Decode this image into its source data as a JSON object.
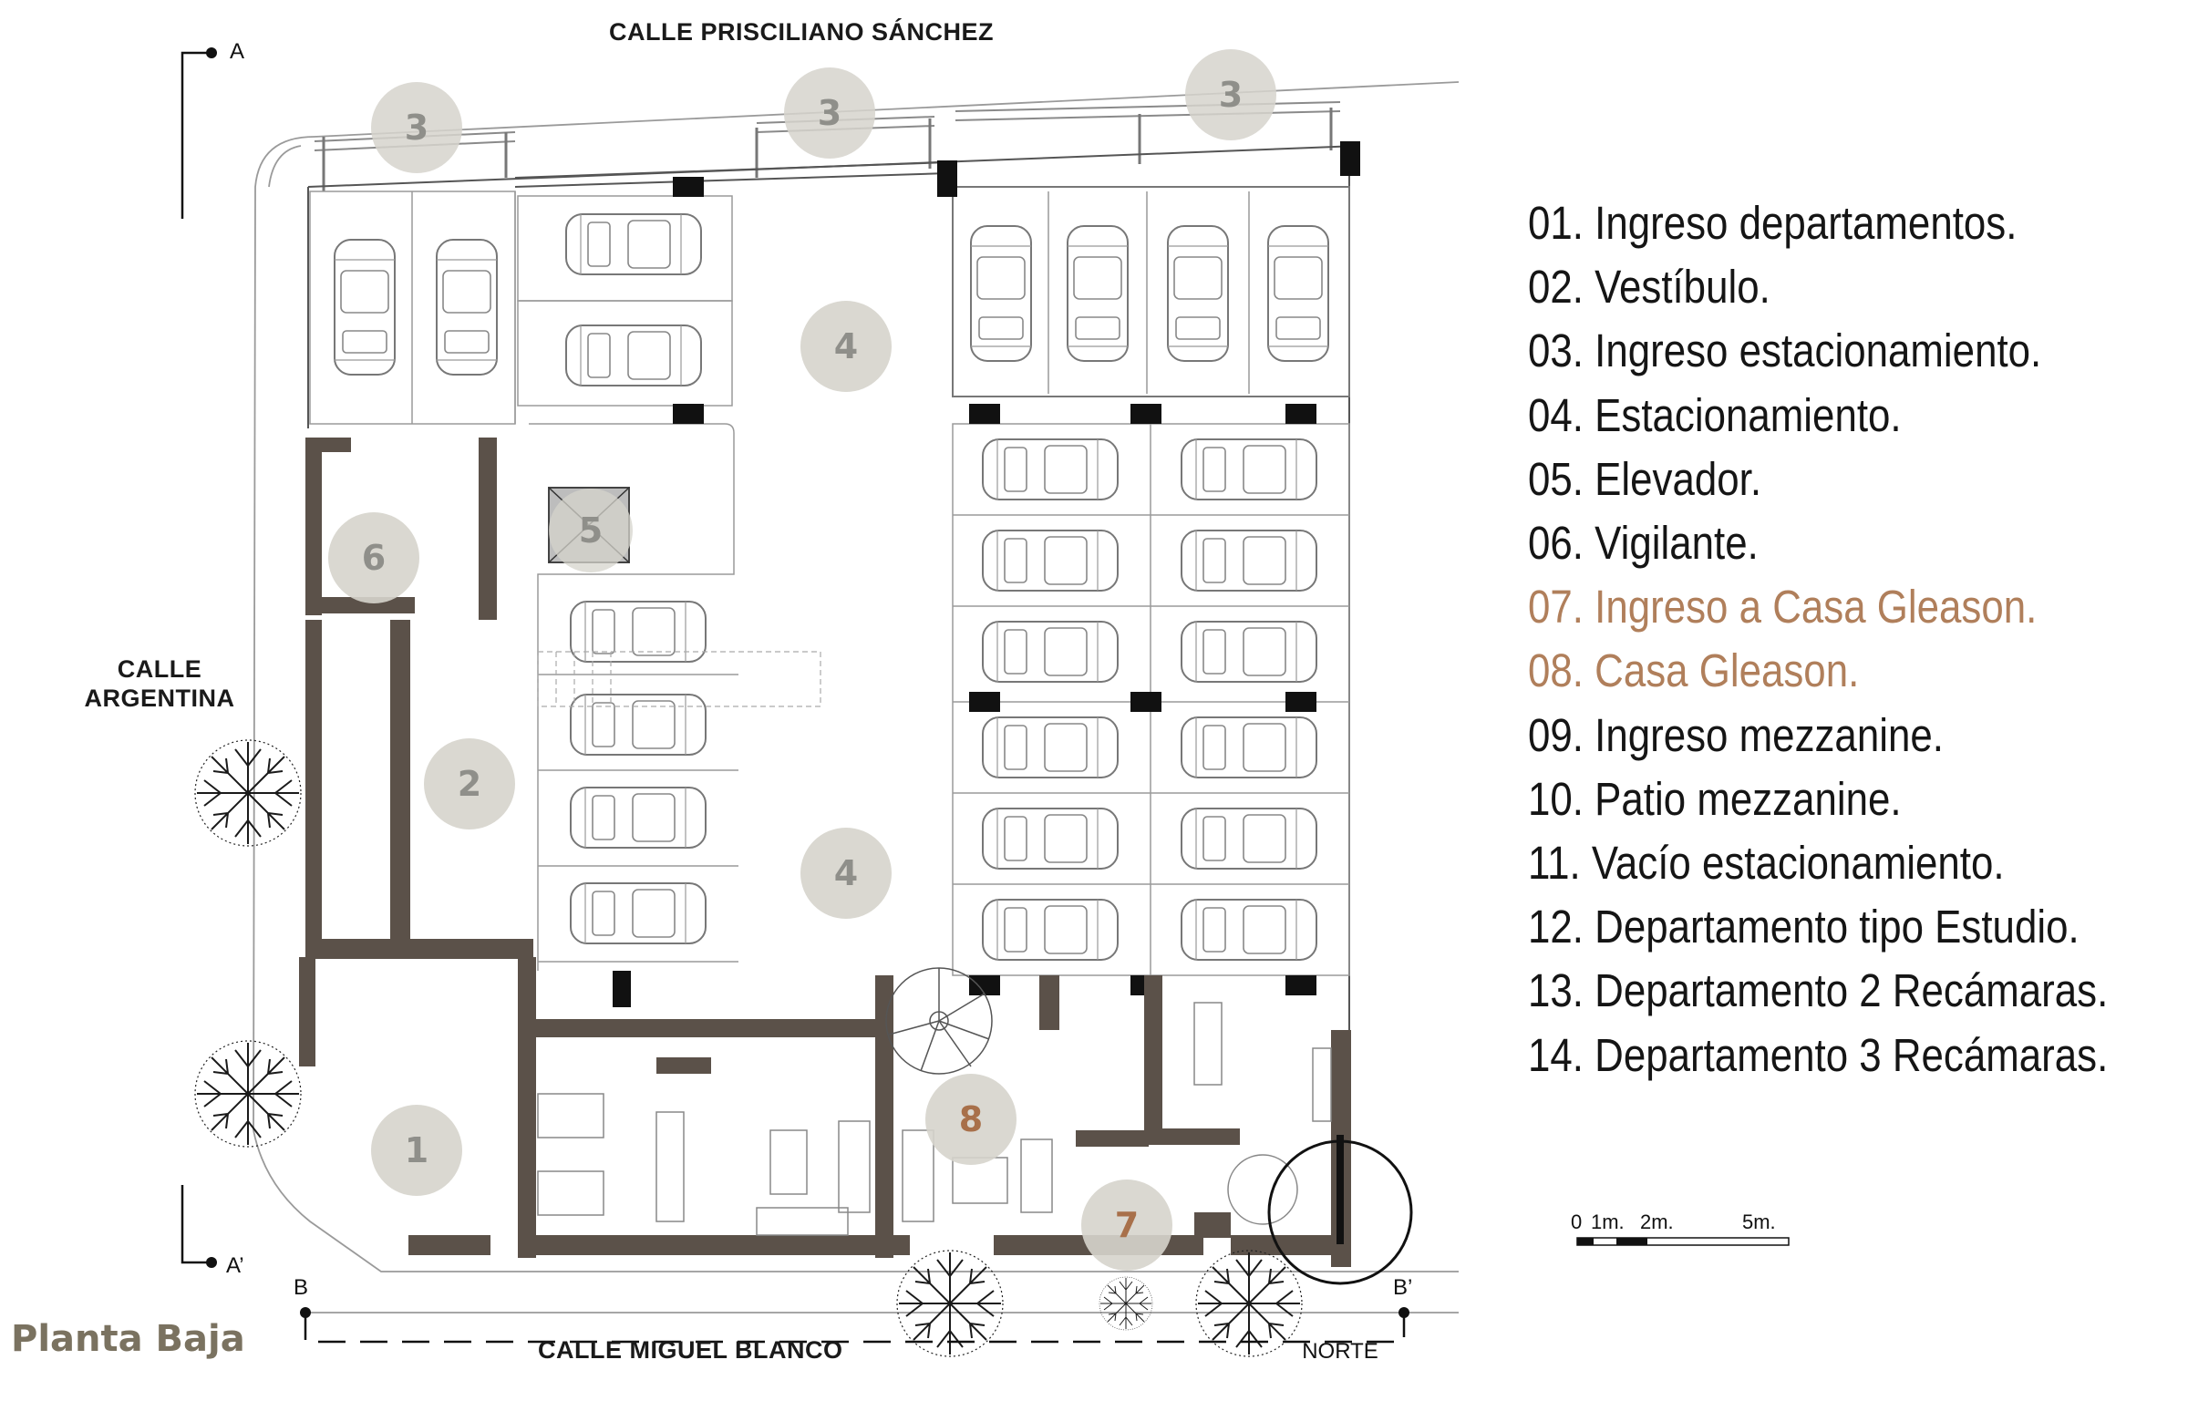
{
  "title": "Planta Baja",
  "streets": {
    "north": "CALLE PRISCILIANO SÁNCHEZ",
    "west_line1": "CALLE",
    "west_line2": "ARGENTINA",
    "south": "CALLE MIGUEL BLANCO"
  },
  "section_markers": {
    "a": "A",
    "a_prime": "A’",
    "b": "B",
    "b_prime": "B’"
  },
  "scale_bar": {
    "labels": [
      "0",
      "1m.",
      "2m.",
      "5m."
    ]
  },
  "north_arrow": {
    "label": "NORTE"
  },
  "room_badges": {
    "ingreso_estacionamiento": "3",
    "estacionamiento": "4",
    "elevador": "5",
    "vigilante": "6",
    "vestibulo": "2",
    "ingreso_departamentos": "1",
    "casa_gleason": "8",
    "ingreso_casa_gleason": "7"
  },
  "colors": {
    "wall": "#5b5149",
    "badge_fill": "#d6d4cc",
    "badge_text": "#8f8f8a",
    "accent": "#b07f5b",
    "title": "#7a7260"
  },
  "legend": [
    {
      "text": "01. Ingreso departamentos.",
      "highlight": false
    },
    {
      "text": "02. Vestíbulo.",
      "highlight": false
    },
    {
      "text": "03. Ingreso estacionamiento.",
      "highlight": false
    },
    {
      "text": "04. Estacionamiento.",
      "highlight": false
    },
    {
      "text": "05. Elevador.",
      "highlight": false
    },
    {
      "text": "06. Vigilante.",
      "highlight": false
    },
    {
      "text": "07. Ingreso a Casa Gleason.",
      "highlight": true
    },
    {
      "text": "08. Casa Gleason.",
      "highlight": true
    },
    {
      "text": "09. Ingreso mezzanine.",
      "highlight": false
    },
    {
      "text": "10. Patio mezzanine.",
      "highlight": false
    },
    {
      "text": "11. Vacío estacionamiento.",
      "highlight": false
    },
    {
      "text": "12. Departamento tipo Estudio.",
      "highlight": false
    },
    {
      "text": "13. Departamento 2 Recámaras.",
      "highlight": false
    },
    {
      "text": "14. Departamento 3 Recámaras.",
      "highlight": false
    }
  ]
}
